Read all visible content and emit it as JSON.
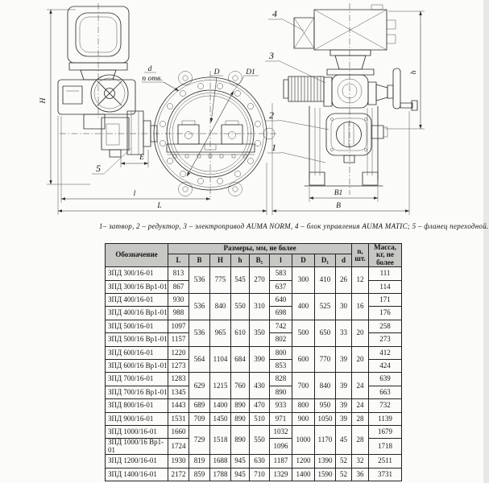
{
  "caption": "1– затвор, 2 – редуктор, 3 – электропривод AUMA NORM, 4 – блок управления AUMA MATIC; 5 – фланец переходной.",
  "drawing": {
    "dims": {
      "H": "H",
      "l": "l",
      "L": "L",
      "E": "E",
      "d": "d",
      "n_holes": "n отв.",
      "D": "D",
      "D1": "D1",
      "h": "h",
      "B": "B",
      "B1": "B1"
    },
    "callouts": {
      "c1": "1",
      "c2": "2",
      "c3": "3",
      "c4": "4",
      "c5": "5"
    }
  },
  "table": {
    "header": {
      "designation": "Обозначение",
      "dims_group": "Размеры, мм, не более",
      "dim_cols": [
        "L",
        "B",
        "H",
        "h",
        "B₁",
        "l",
        "D",
        "D₁",
        "d"
      ],
      "qty": "n, шт.",
      "mass": "Масса, кг, не более"
    },
    "rows": [
      {
        "cells": [
          {
            "t": "ЗПД 300/16-01",
            "n": 1
          },
          {
            "t": "813"
          },
          {
            "t": "536",
            "rs": 2
          },
          {
            "t": "775",
            "rs": 2
          },
          {
            "t": "545",
            "rs": 2
          },
          {
            "t": "270",
            "rs": 2
          },
          {
            "t": "583"
          },
          {
            "t": "300",
            "rs": 2
          },
          {
            "t": "410",
            "rs": 2
          },
          {
            "t": "26",
            "rs": 2
          },
          {
            "t": "12",
            "rs": 2
          },
          {
            "t": "111"
          }
        ]
      },
      {
        "cells": [
          {
            "t": "ЗПД 300/16 Вр1-01",
            "n": 1
          },
          {
            "t": "867"
          },
          {
            "t": "637"
          },
          {
            "t": "114"
          }
        ]
      },
      {
        "cells": [
          {
            "t": "ЗПД 400/16-01",
            "n": 1
          },
          {
            "t": "930"
          },
          {
            "t": "536",
            "rs": 2
          },
          {
            "t": "840",
            "rs": 2
          },
          {
            "t": "550",
            "rs": 2
          },
          {
            "t": "310",
            "rs": 2
          },
          {
            "t": "640"
          },
          {
            "t": "400",
            "rs": 2
          },
          {
            "t": "525",
            "rs": 2
          },
          {
            "t": "30",
            "rs": 2
          },
          {
            "t": "16",
            "rs": 2
          },
          {
            "t": "171"
          }
        ]
      },
      {
        "cells": [
          {
            "t": "ЗПД 400/16 Вр1-01",
            "n": 1
          },
          {
            "t": "988"
          },
          {
            "t": "698"
          },
          {
            "t": "176"
          }
        ]
      },
      {
        "cells": [
          {
            "t": "ЗПД 500/16-01",
            "n": 1
          },
          {
            "t": "1097"
          },
          {
            "t": "536",
            "rs": 2
          },
          {
            "t": "965",
            "rs": 2
          },
          {
            "t": "610",
            "rs": 2
          },
          {
            "t": "350",
            "rs": 2
          },
          {
            "t": "742"
          },
          {
            "t": "500",
            "rs": 2
          },
          {
            "t": "650",
            "rs": 2
          },
          {
            "t": "33",
            "rs": 2
          },
          {
            "t": "20",
            "rs": 2
          },
          {
            "t": "258"
          }
        ]
      },
      {
        "cells": [
          {
            "t": "ЗПД 500/16 Вр1-01",
            "n": 1
          },
          {
            "t": "1157"
          },
          {
            "t": "802"
          },
          {
            "t": "273"
          }
        ]
      },
      {
        "cells": [
          {
            "t": "ЗПД 600/16-01",
            "n": 1
          },
          {
            "t": "1220"
          },
          {
            "t": "564",
            "rs": 2
          },
          {
            "t": "1104",
            "rs": 2
          },
          {
            "t": "684",
            "rs": 2
          },
          {
            "t": "390",
            "rs": 2
          },
          {
            "t": "800"
          },
          {
            "t": "600",
            "rs": 2
          },
          {
            "t": "770",
            "rs": 2
          },
          {
            "t": "39",
            "rs": 2
          },
          {
            "t": "20",
            "rs": 2
          },
          {
            "t": "412"
          }
        ]
      },
      {
        "cells": [
          {
            "t": "ЗПД 600/16 Вр1-01",
            "n": 1
          },
          {
            "t": "1273"
          },
          {
            "t": "853"
          },
          {
            "t": "424"
          }
        ]
      },
      {
        "cells": [
          {
            "t": "ЗПД 700/16-01",
            "n": 1
          },
          {
            "t": "1283"
          },
          {
            "t": "629",
            "rs": 2
          },
          {
            "t": "1215",
            "rs": 2
          },
          {
            "t": "760",
            "rs": 2
          },
          {
            "t": "430",
            "rs": 2
          },
          {
            "t": "828"
          },
          {
            "t": "700",
            "rs": 2
          },
          {
            "t": "840",
            "rs": 2
          },
          {
            "t": "39",
            "rs": 2
          },
          {
            "t": "24",
            "rs": 2
          },
          {
            "t": "639"
          }
        ]
      },
      {
        "cells": [
          {
            "t": "ЗПД 700/16 Вр1-01",
            "n": 1
          },
          {
            "t": "1345"
          },
          {
            "t": "890"
          },
          {
            "t": "663"
          }
        ]
      },
      {
        "cells": [
          {
            "t": "ЗПД 800/16-01",
            "n": 1
          },
          {
            "t": "1443"
          },
          {
            "t": "689"
          },
          {
            "t": "1400"
          },
          {
            "t": "890"
          },
          {
            "t": "470"
          },
          {
            "t": "933"
          },
          {
            "t": "800"
          },
          {
            "t": "950"
          },
          {
            "t": "39"
          },
          {
            "t": "24"
          },
          {
            "t": "732"
          }
        ]
      },
      {
        "cells": [
          {
            "t": "ЗПД 900/16-01",
            "n": 1
          },
          {
            "t": "1531"
          },
          {
            "t": "709"
          },
          {
            "t": "1450"
          },
          {
            "t": "890"
          },
          {
            "t": "510"
          },
          {
            "t": "971"
          },
          {
            "t": "900"
          },
          {
            "t": "1050"
          },
          {
            "t": "39"
          },
          {
            "t": "28"
          },
          {
            "t": "1139"
          }
        ]
      },
      {
        "cells": [
          {
            "t": "ЗПД 1000/16-01",
            "n": 1
          },
          {
            "t": "1660"
          },
          {
            "t": "729",
            "rs": 2
          },
          {
            "t": "1518",
            "rs": 2
          },
          {
            "t": "890",
            "rs": 2
          },
          {
            "t": "550",
            "rs": 2
          },
          {
            "t": "1032"
          },
          {
            "t": "1000",
            "rs": 2
          },
          {
            "t": "1170",
            "rs": 2
          },
          {
            "t": "45",
            "rs": 2
          },
          {
            "t": "28",
            "rs": 2
          },
          {
            "t": "1679"
          }
        ]
      },
      {
        "cells": [
          {
            "t": "ЗПД 1000/16 Вр1-01",
            "n": 1
          },
          {
            "t": "1724"
          },
          {
            "t": "1096"
          },
          {
            "t": "1718"
          }
        ]
      },
      {
        "cells": [
          {
            "t": "ЗПД 1200/16-01",
            "n": 1
          },
          {
            "t": "1930"
          },
          {
            "t": "819"
          },
          {
            "t": "1688"
          },
          {
            "t": "945"
          },
          {
            "t": "630"
          },
          {
            "t": "1187"
          },
          {
            "t": "1200"
          },
          {
            "t": "1390"
          },
          {
            "t": "52"
          },
          {
            "t": "32"
          },
          {
            "t": "2511"
          }
        ]
      },
      {
        "cells": [
          {
            "t": "ЗПД 1400/16-01",
            "n": 1
          },
          {
            "t": "2172"
          },
          {
            "t": "859"
          },
          {
            "t": "1788"
          },
          {
            "t": "945"
          },
          {
            "t": "710"
          },
          {
            "t": "1329"
          },
          {
            "t": "1400"
          },
          {
            "t": "1590"
          },
          {
            "t": "52"
          },
          {
            "t": "36"
          },
          {
            "t": "3731"
          }
        ]
      }
    ]
  }
}
